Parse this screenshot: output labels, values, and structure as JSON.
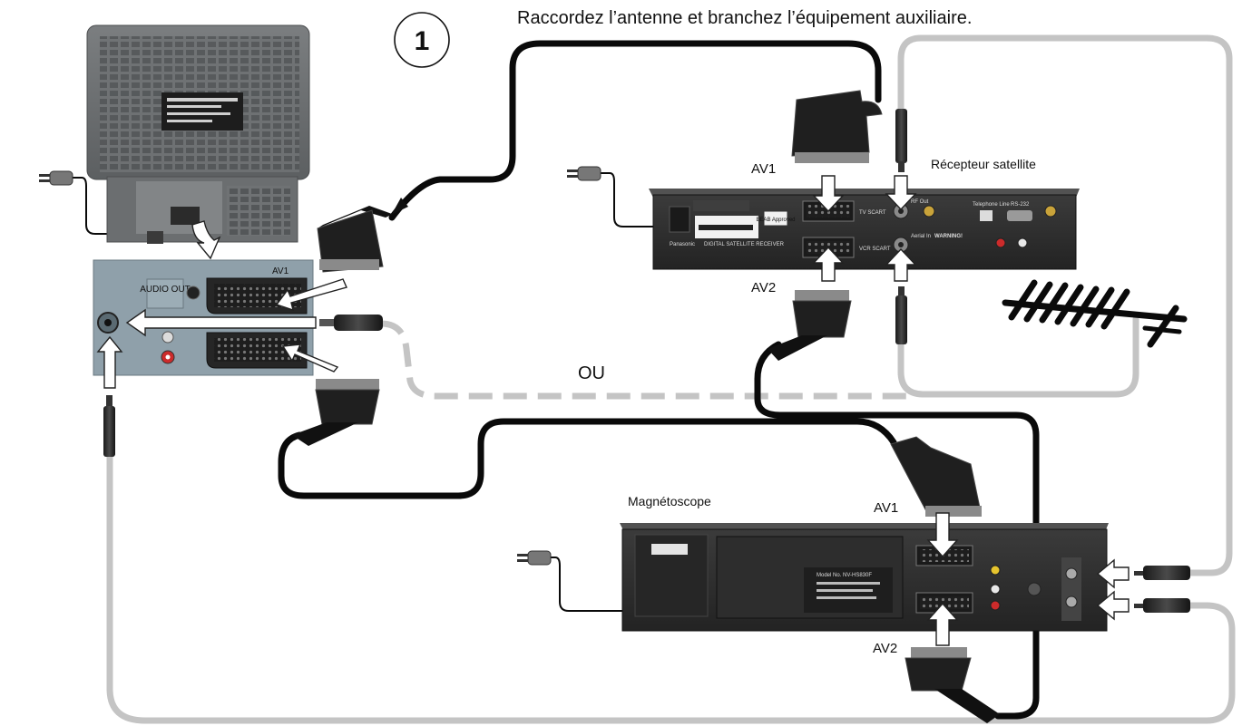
{
  "step_number": "1",
  "instruction": "Raccordez l’antenne et branchez l’équipement auxiliaire.",
  "labels": {
    "or": "OU",
    "satellite_receiver": "Récepteur satellite",
    "vcr": "Magnétoscope",
    "receiver_av1": "AV1",
    "receiver_av2": "AV2",
    "vcr_av1": "AV1",
    "vcr_av2": "AV2"
  },
  "tv_panel": {
    "audio_out": "AUDIO OUT",
    "av1": "AV1"
  },
  "receiver_panel": {
    "brand": "Panasonic",
    "model_line": "DIGITAL SATELLITE RECEIVER",
    "tv_scart": "TV SCART",
    "vcr_scart": "VCR SCART",
    "rf_out": "RF Out",
    "aerial_in": "Aerial In",
    "warning": "WARNING!",
    "rs232": "RS-232",
    "telephone_line": "Telephone Line",
    "beab": "BEAB Approved"
  },
  "vcr_panel": {
    "model": "Model No. NV-HS830F"
  },
  "colors": {
    "cable_black": "#0a0a0a",
    "cable_grey": "#c4c4c4",
    "device_dark": "#2f2f2f",
    "tv_body": "#6d6f70",
    "panel_blue": "#8fa0aa"
  }
}
